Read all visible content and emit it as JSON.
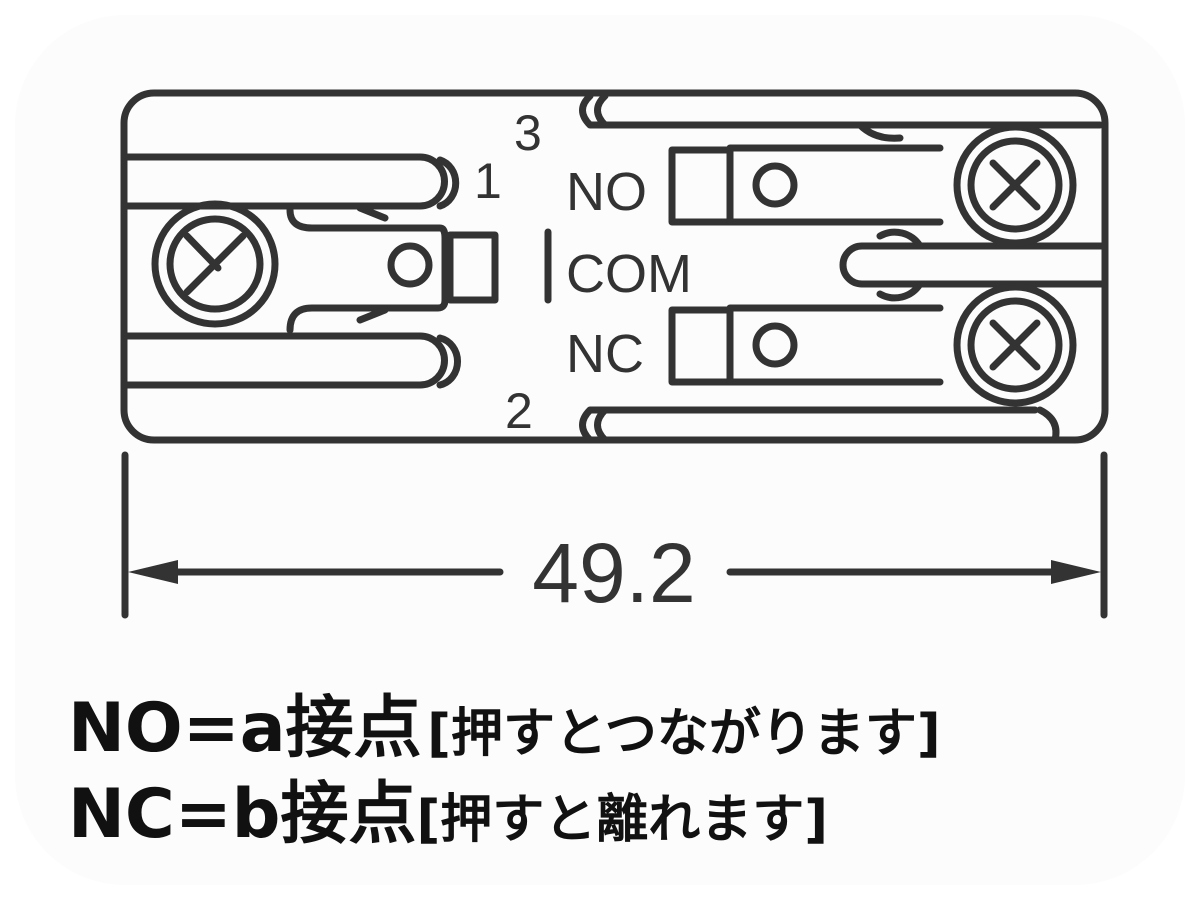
{
  "diagram": {
    "terminal_labels": {
      "t3": "3",
      "t1": "1",
      "no": "NO",
      "com": "COM",
      "nc": "NC",
      "t2": "2"
    },
    "dimension": "49.2",
    "stroke_color": "#333333"
  },
  "captions": [
    {
      "main": "NO=a接点",
      "note": "[押すとつながります]"
    },
    {
      "main": "NC=b接点",
      "note": "[押すと離れます]"
    }
  ]
}
